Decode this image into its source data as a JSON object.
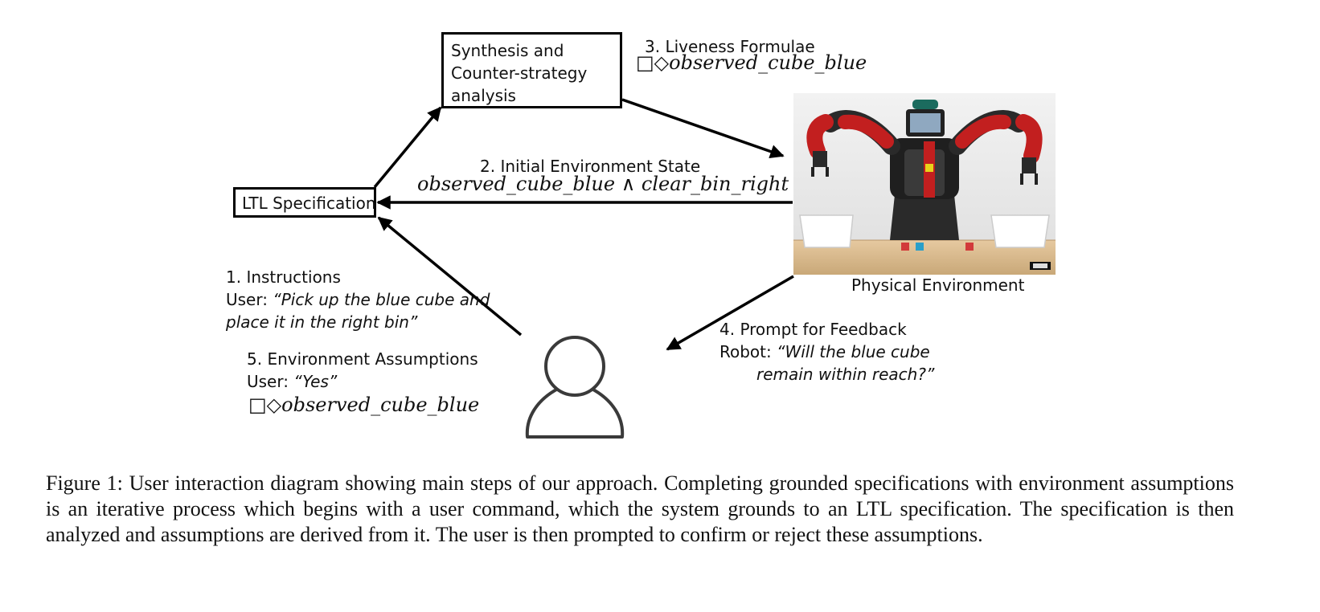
{
  "nodes": {
    "synthesis": {
      "lines": [
        "Synthesis and",
        "Counter-strategy",
        "analysis"
      ]
    },
    "ltl": {
      "label": "LTL Specification"
    },
    "physical": {
      "label": "Physical Environment"
    }
  },
  "steps": {
    "liveness": {
      "title": "3. Liveness Formulae",
      "formula": "□◇observed_cube_blue"
    },
    "initial_state": {
      "title": "2. Initial Environment State",
      "formula": "observed_cube_blue ∧ clear_bin_right"
    },
    "instructions": {
      "title": "1. Instructions",
      "speaker": "User: ",
      "quote_line1": "“Pick up the blue cube and",
      "quote_line2": "place it in the right bin”"
    },
    "assumptions": {
      "title": "5. Environment Assumptions",
      "speaker": "User: ",
      "quote": "“Yes”",
      "formula": "□◇observed_cube_blue"
    },
    "feedback": {
      "title": "4. Prompt for Feedback",
      "speaker": "Robot: ",
      "quote_line1": "“Will the blue cube",
      "quote_line2": "remain within reach?”"
    }
  },
  "caption": "Figure 1: User interaction diagram showing main steps of our approach. Completing grounded specifications with environment assumptions is an iterative process which begins with a user command, which the system grounds to an LTL specification. The specification is then analyzed and assumptions are derived from it. The user is then prompted to confirm or reject these assumptions.",
  "colors": {
    "robot_red": "#c21f1f",
    "robot_black": "#2a2a2a",
    "table_wood": "#d9b98c",
    "cube_blue": "#2a9fc9"
  }
}
